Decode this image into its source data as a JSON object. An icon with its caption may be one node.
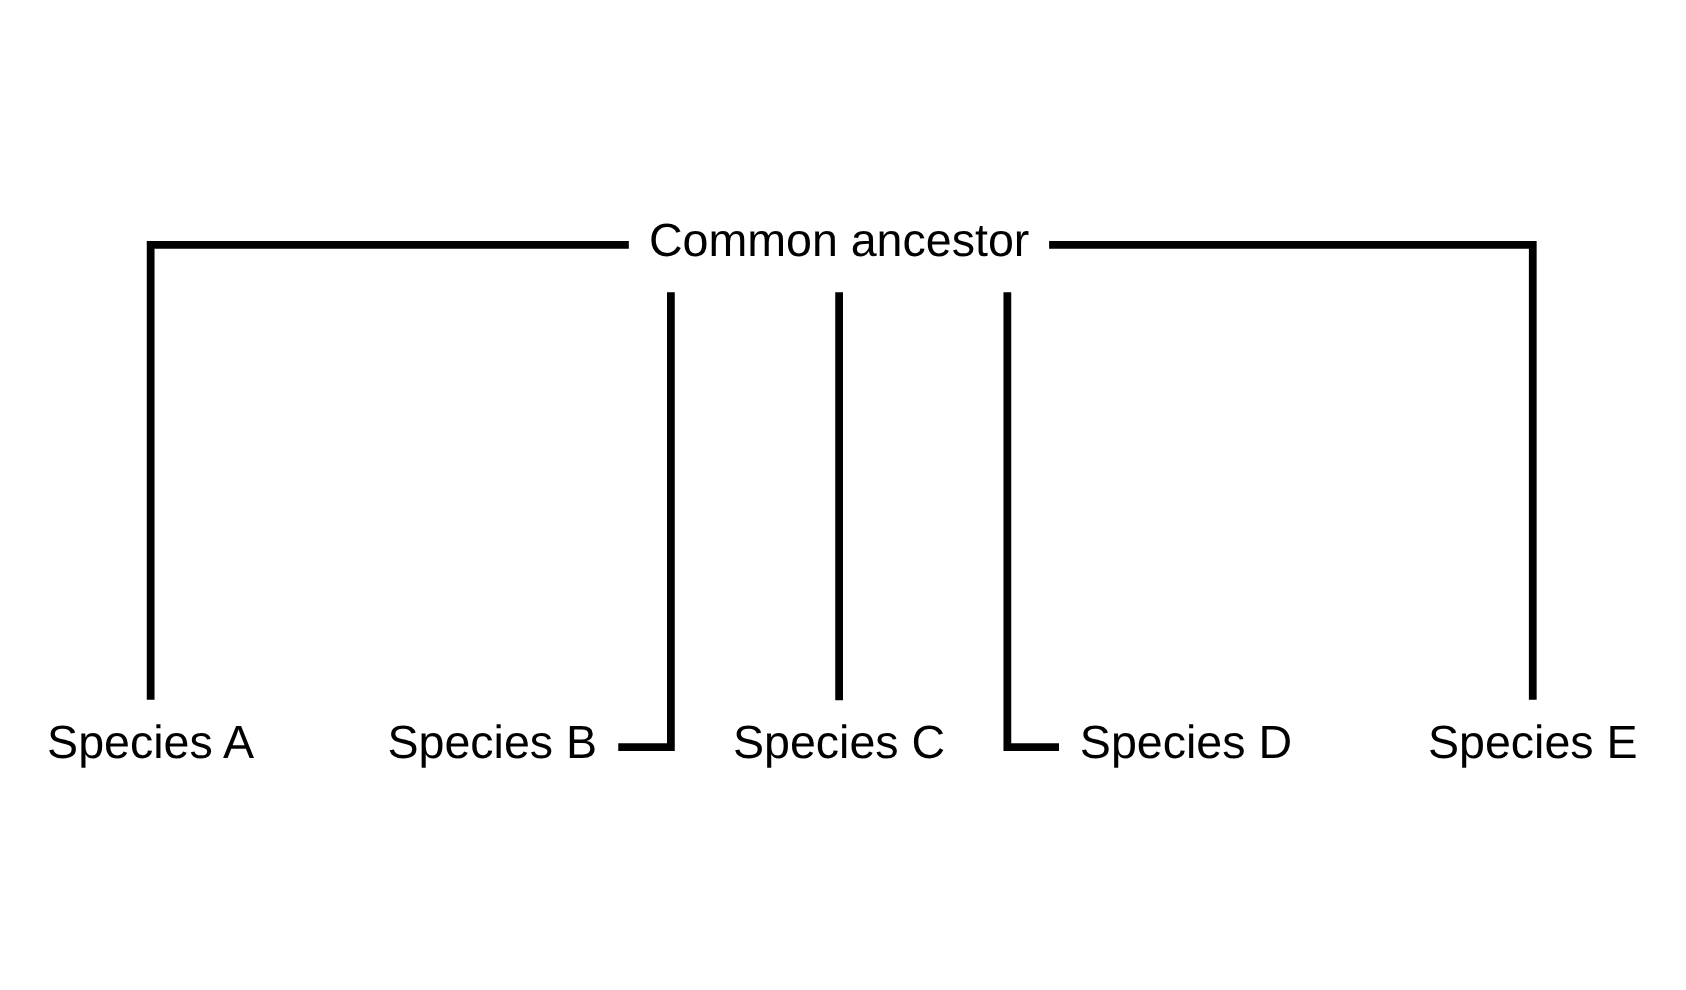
{
  "diagram": {
    "nodes": [
      {
        "text": [
          "Common ancestor"
        ]
      },
      {
        "text": [
          "Species A"
        ]
      },
      {
        "text": [
          "Species B"
        ]
      },
      {
        "text": [
          "Species C"
        ]
      },
      {
        "text": [
          "Species D"
        ]
      },
      {
        "text": [
          "Species E"
        ]
      }
    ],
    "edges": [
      {
        "from": 0,
        "to": 1,
        "arrow": "none"
      },
      {
        "from": 0,
        "to": 2,
        "arrow": "none"
      },
      {
        "from": 0,
        "to": 3,
        "arrow": "none"
      },
      {
        "from": 0,
        "to": 4,
        "arrow": "none"
      },
      {
        "from": 0,
        "to": 5,
        "arrow": "none"
      }
    ]
  }
}
